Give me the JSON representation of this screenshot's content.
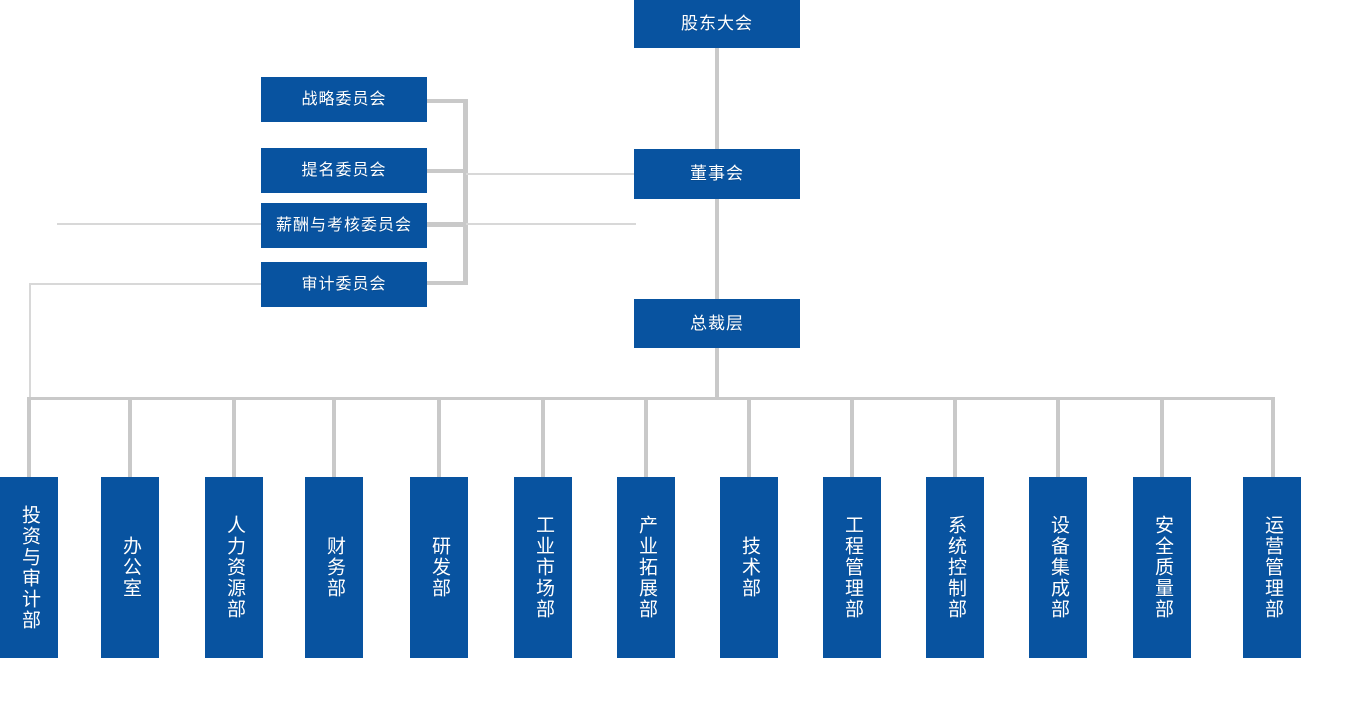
{
  "chart_title": "",
  "colors": {
    "node_fill": "#0853a0",
    "node_text": "#ffffff",
    "connector": "#c9c9c9",
    "background": "#ffffff"
  },
  "nodes": {
    "shareholders_meeting": "股东大会",
    "board_of_directors": "董事会",
    "president_level": "总裁层"
  },
  "committees": [
    {
      "label": "战略委员会"
    },
    {
      "label": "提名委员会"
    },
    {
      "label": "薪酬与考核委员会"
    },
    {
      "label": "审计委员会"
    }
  ],
  "departments": [
    {
      "label": "投资与审计部"
    },
    {
      "label": "办公室"
    },
    {
      "label": "人力资源部"
    },
    {
      "label": "财务部"
    },
    {
      "label": "研发部"
    },
    {
      "label": "工业市场部"
    },
    {
      "label": "产业拓展部"
    },
    {
      "label": "技术部"
    },
    {
      "label": "工程管理部"
    },
    {
      "label": "系统控制部"
    },
    {
      "label": "设备集成部"
    },
    {
      "label": "安全质量部"
    },
    {
      "label": "运营管理部"
    }
  ]
}
